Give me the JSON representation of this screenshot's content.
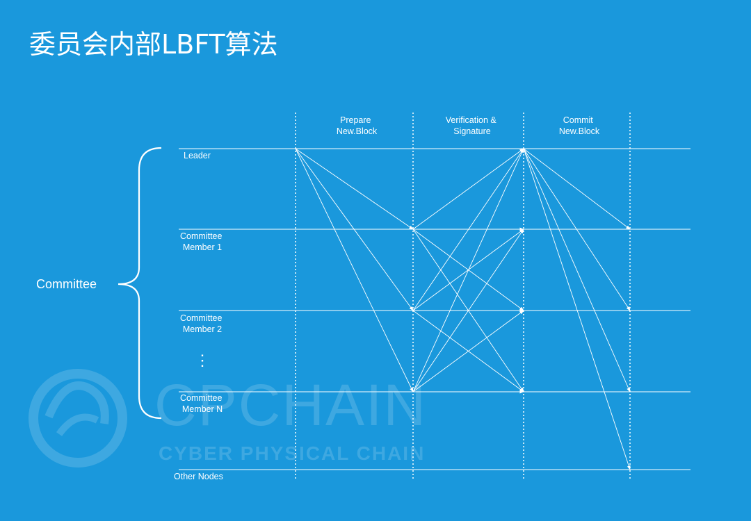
{
  "title": "委员会内部LBFT算法",
  "committee_label": "Committee",
  "phases": [
    {
      "line1": "Prepare",
      "line2": "New.Block"
    },
    {
      "line1": "Verification &",
      "line2": "Signature"
    },
    {
      "line1": "Commit",
      "line2": "New.Block"
    }
  ],
  "rows": [
    {
      "line1": "Leader",
      "line2": ""
    },
    {
      "line1": "Committee",
      "line2": "Member 1"
    },
    {
      "line1": "Committee",
      "line2": "Member 2"
    },
    {
      "line1": "Committee",
      "line2": "Member N"
    },
    {
      "line1": "Other Nodes",
      "line2": ""
    }
  ],
  "ellipsis": "⋮",
  "watermark": {
    "brand": "CPCHAIN",
    "tagline": "CYBER PHYSICAL CHAIN"
  },
  "messages": [
    {
      "from": [
        0,
        0
      ],
      "to": [
        1,
        1
      ]
    },
    {
      "from": [
        0,
        0
      ],
      "to": [
        1,
        2
      ]
    },
    {
      "from": [
        0,
        0
      ],
      "to": [
        1,
        3
      ]
    },
    {
      "from": [
        1,
        1
      ],
      "to": [
        2,
        0
      ]
    },
    {
      "from": [
        1,
        1
      ],
      "to": [
        2,
        1
      ]
    },
    {
      "from": [
        1,
        1
      ],
      "to": [
        2,
        2
      ]
    },
    {
      "from": [
        1,
        1
      ],
      "to": [
        2,
        3
      ]
    },
    {
      "from": [
        1,
        2
      ],
      "to": [
        2,
        0
      ]
    },
    {
      "from": [
        1,
        2
      ],
      "to": [
        2,
        1
      ]
    },
    {
      "from": [
        1,
        2
      ],
      "to": [
        2,
        2
      ]
    },
    {
      "from": [
        1,
        2
      ],
      "to": [
        2,
        3
      ]
    },
    {
      "from": [
        1,
        3
      ],
      "to": [
        2,
        0
      ]
    },
    {
      "from": [
        1,
        3
      ],
      "to": [
        2,
        1
      ]
    },
    {
      "from": [
        1,
        3
      ],
      "to": [
        2,
        2
      ]
    },
    {
      "from": [
        1,
        3
      ],
      "to": [
        2,
        3
      ]
    },
    {
      "from": [
        2,
        0
      ],
      "to": [
        3,
        1
      ]
    },
    {
      "from": [
        2,
        0
      ],
      "to": [
        3,
        2
      ]
    },
    {
      "from": [
        2,
        0
      ],
      "to": [
        3,
        3
      ]
    },
    {
      "from": [
        2,
        0
      ],
      "to": [
        3,
        4
      ]
    }
  ]
}
